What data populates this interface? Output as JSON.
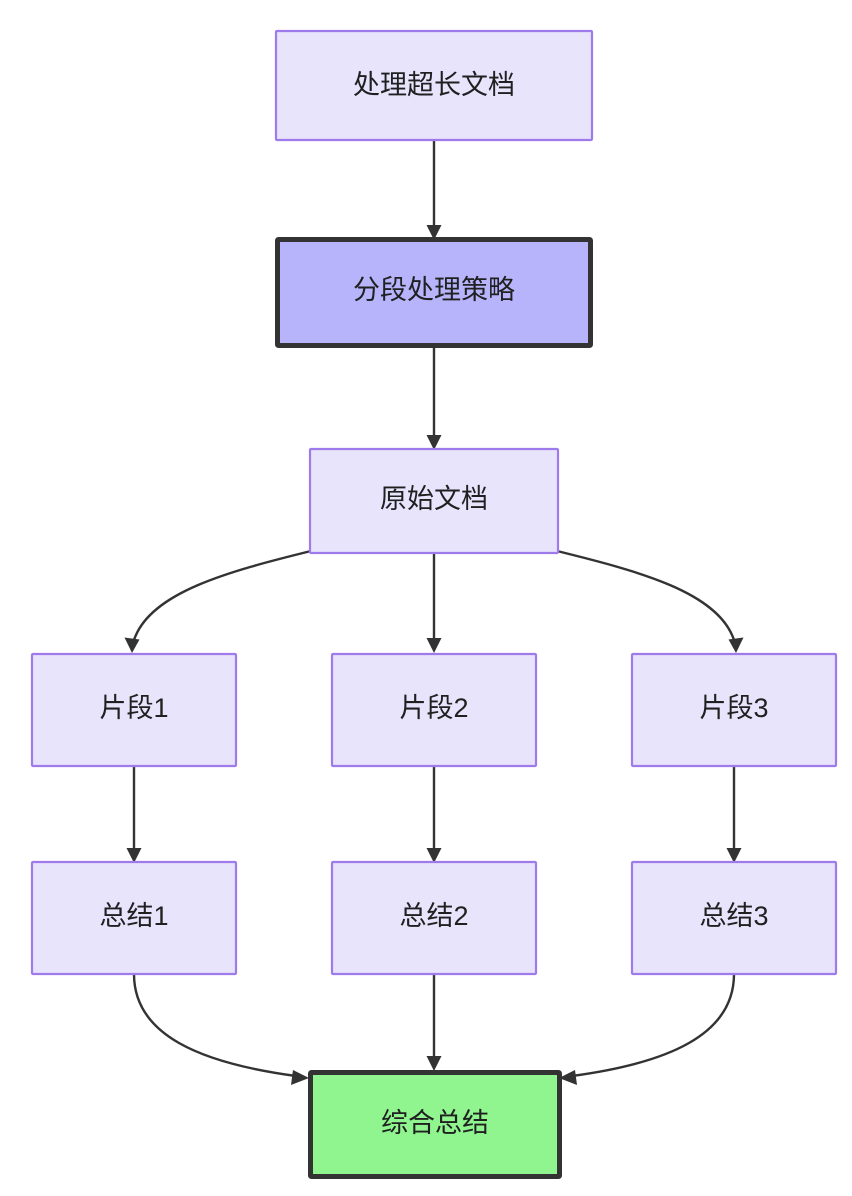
{
  "diagram": {
    "type": "flowchart",
    "direction": "top-to-bottom",
    "background_color": "#ffffff",
    "title_text": "处理超长文档",
    "palette": {
      "node_fill": "#e8e4fc",
      "node_stroke": "#9f7aea",
      "emphasis_fill": "#b7b4fb",
      "emphasis_stroke": "#333333",
      "result_fill": "#90f58f",
      "result_stroke": "#333333",
      "edge_color": "#333333",
      "text_color": "#1f2020"
    },
    "nodes": [
      {
        "id": "doc",
        "label": "处理超长文档",
        "style": "default"
      },
      {
        "id": "strategy",
        "label": "分段处理策略",
        "style": "emphasis"
      },
      {
        "id": "source",
        "label": "原始文档",
        "style": "default"
      },
      {
        "id": "chunk1",
        "label": "片段1",
        "style": "default"
      },
      {
        "id": "chunk2",
        "label": "片段2",
        "style": "default"
      },
      {
        "id": "chunk3",
        "label": "片段3",
        "style": "default"
      },
      {
        "id": "sum1",
        "label": "总结1",
        "style": "default"
      },
      {
        "id": "sum2",
        "label": "总结2",
        "style": "default"
      },
      {
        "id": "sum3",
        "label": "总结3",
        "style": "default"
      },
      {
        "id": "final",
        "label": "综合总结",
        "style": "result"
      }
    ],
    "edges": [
      {
        "from": "doc",
        "to": "strategy",
        "shape": "straight"
      },
      {
        "from": "strategy",
        "to": "source",
        "shape": "straight"
      },
      {
        "from": "source",
        "to": "chunk1",
        "shape": "curve-left"
      },
      {
        "from": "source",
        "to": "chunk2",
        "shape": "straight"
      },
      {
        "from": "source",
        "to": "chunk3",
        "shape": "curve-right"
      },
      {
        "from": "chunk1",
        "to": "sum1",
        "shape": "straight"
      },
      {
        "from": "chunk2",
        "to": "sum2",
        "shape": "straight"
      },
      {
        "from": "chunk3",
        "to": "sum3",
        "shape": "straight"
      },
      {
        "from": "sum1",
        "to": "final",
        "shape": "curve-in-left"
      },
      {
        "from": "sum2",
        "to": "final",
        "shape": "straight"
      },
      {
        "from": "sum3",
        "to": "final",
        "shape": "curve-in-right"
      }
    ]
  }
}
